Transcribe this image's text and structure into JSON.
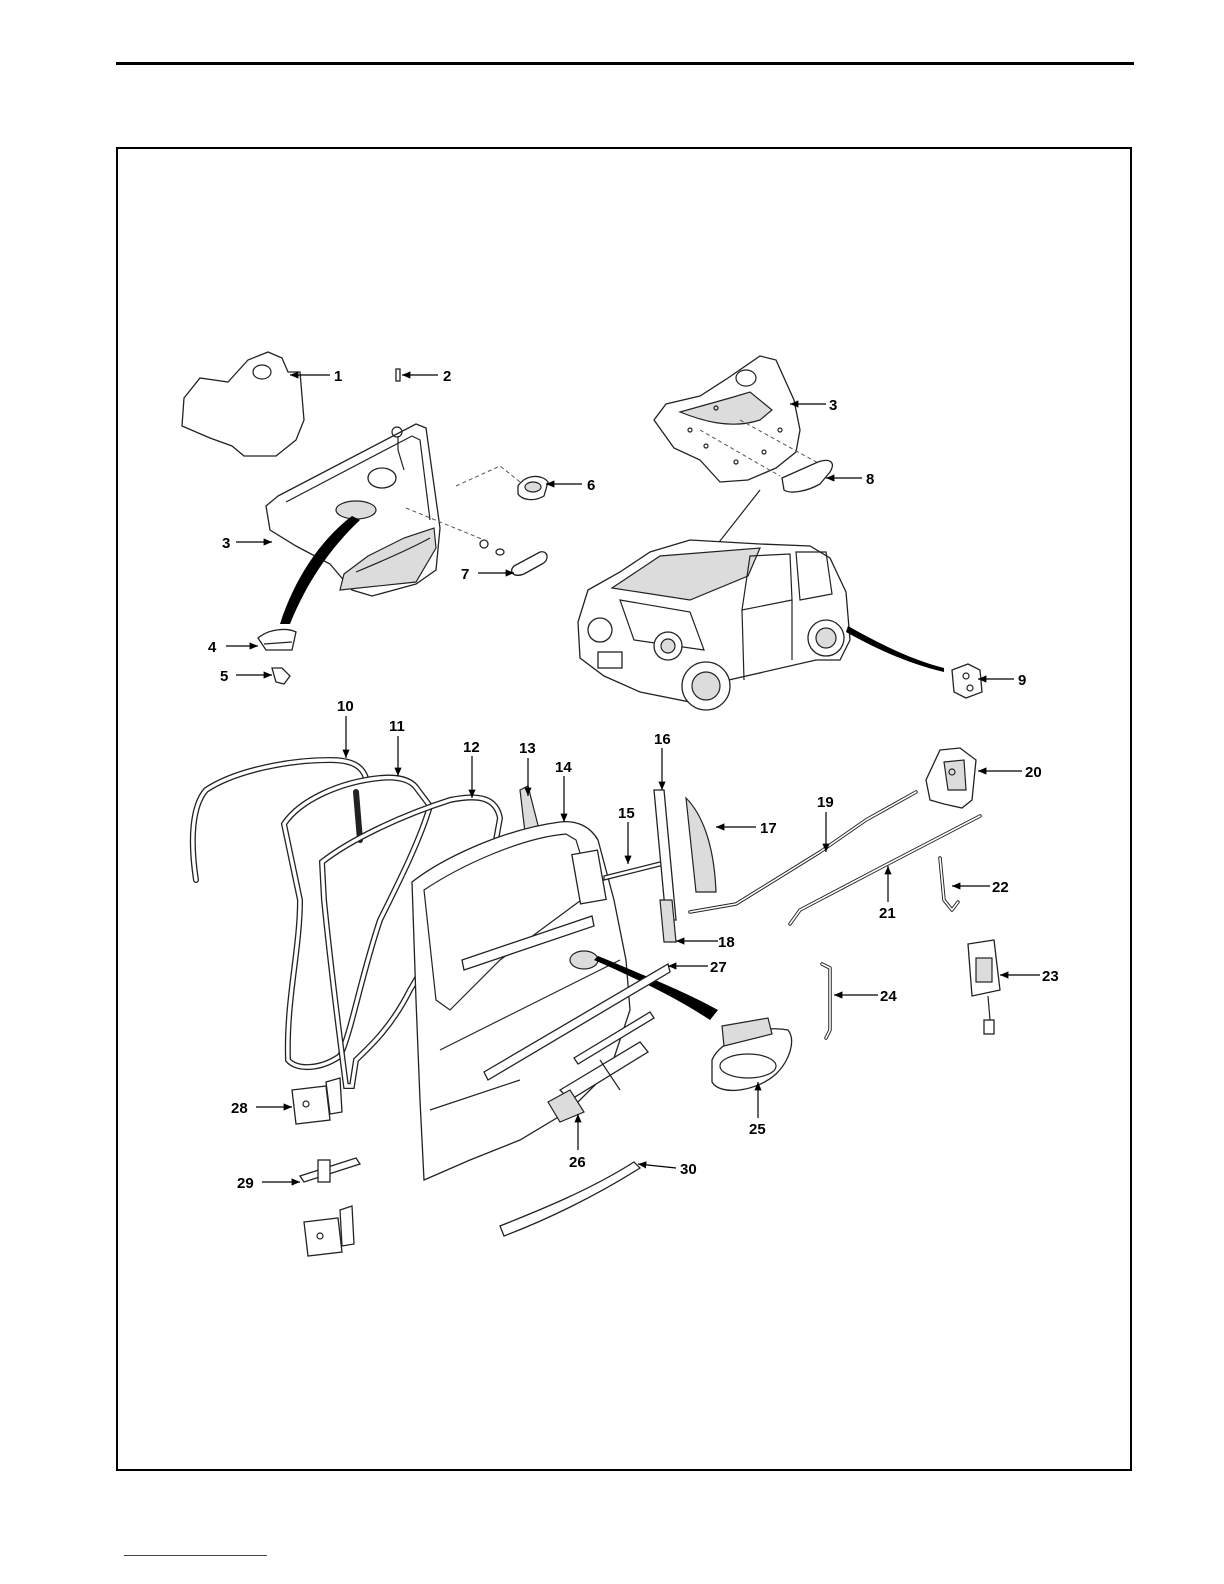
{
  "callouts": [
    {
      "id": "1",
      "text": "1"
    },
    {
      "id": "2",
      "text": "2"
    },
    {
      "id": "3a",
      "text": "3"
    },
    {
      "id": "3b",
      "text": "3"
    },
    {
      "id": "4",
      "text": "4"
    },
    {
      "id": "5",
      "text": "5"
    },
    {
      "id": "6",
      "text": "6"
    },
    {
      "id": "7",
      "text": "7"
    },
    {
      "id": "8",
      "text": "8"
    },
    {
      "id": "9",
      "text": "9"
    },
    {
      "id": "10",
      "text": "10"
    },
    {
      "id": "11",
      "text": "11"
    },
    {
      "id": "12",
      "text": "12"
    },
    {
      "id": "13",
      "text": "13"
    },
    {
      "id": "14",
      "text": "14"
    },
    {
      "id": "15",
      "text": "15"
    },
    {
      "id": "16",
      "text": "16"
    },
    {
      "id": "17",
      "text": "17"
    },
    {
      "id": "18",
      "text": "18"
    },
    {
      "id": "19",
      "text": "19"
    },
    {
      "id": "20",
      "text": "20"
    },
    {
      "id": "21",
      "text": "21"
    },
    {
      "id": "22",
      "text": "22"
    },
    {
      "id": "23",
      "text": "23"
    },
    {
      "id": "24",
      "text": "24"
    },
    {
      "id": "25",
      "text": "25"
    },
    {
      "id": "26",
      "text": "26"
    },
    {
      "id": "27",
      "text": "27"
    },
    {
      "id": "28",
      "text": "28"
    },
    {
      "id": "29",
      "text": "29"
    },
    {
      "id": "30",
      "text": "30"
    }
  ]
}
